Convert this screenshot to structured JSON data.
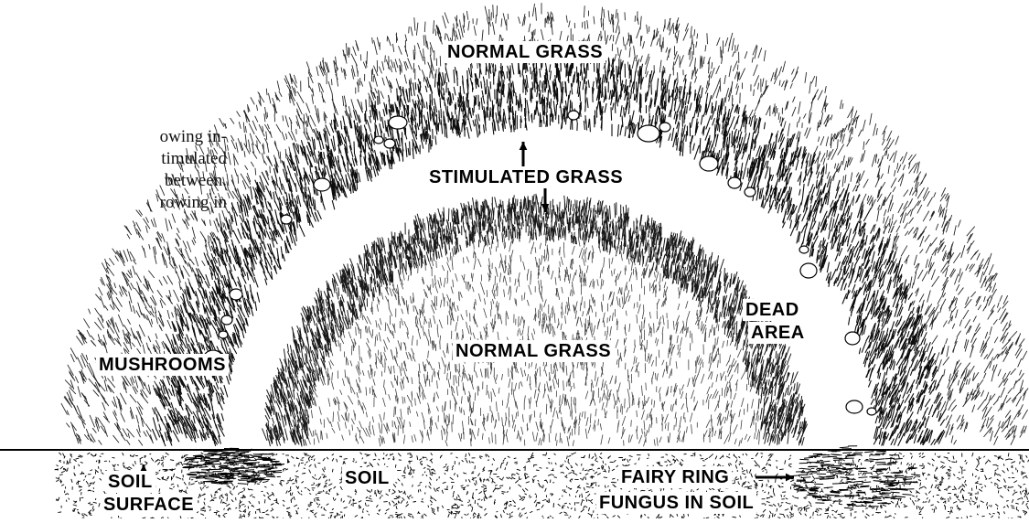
{
  "caption": {
    "lines": [
      "owing in-",
      "timulated",
      "between.",
      "rowing in"
    ]
  },
  "labels": {
    "normal_grass_outer": "NORMAL GRASS",
    "stimulated_grass": "STIMULATED GRASS",
    "normal_grass_inner": "NORMAL GRASS",
    "dead_area_line1": "DEAD",
    "dead_area_line2": "AREA",
    "mushrooms": "MUSHROOMS",
    "soil_surface_line1": "SOIL",
    "soil_surface_line2": "SURFACE",
    "soil": "SOIL",
    "fairy_ring_line1": "FAIRY RING",
    "fairy_ring_line2": "FUNGUS IN SOIL"
  }
}
